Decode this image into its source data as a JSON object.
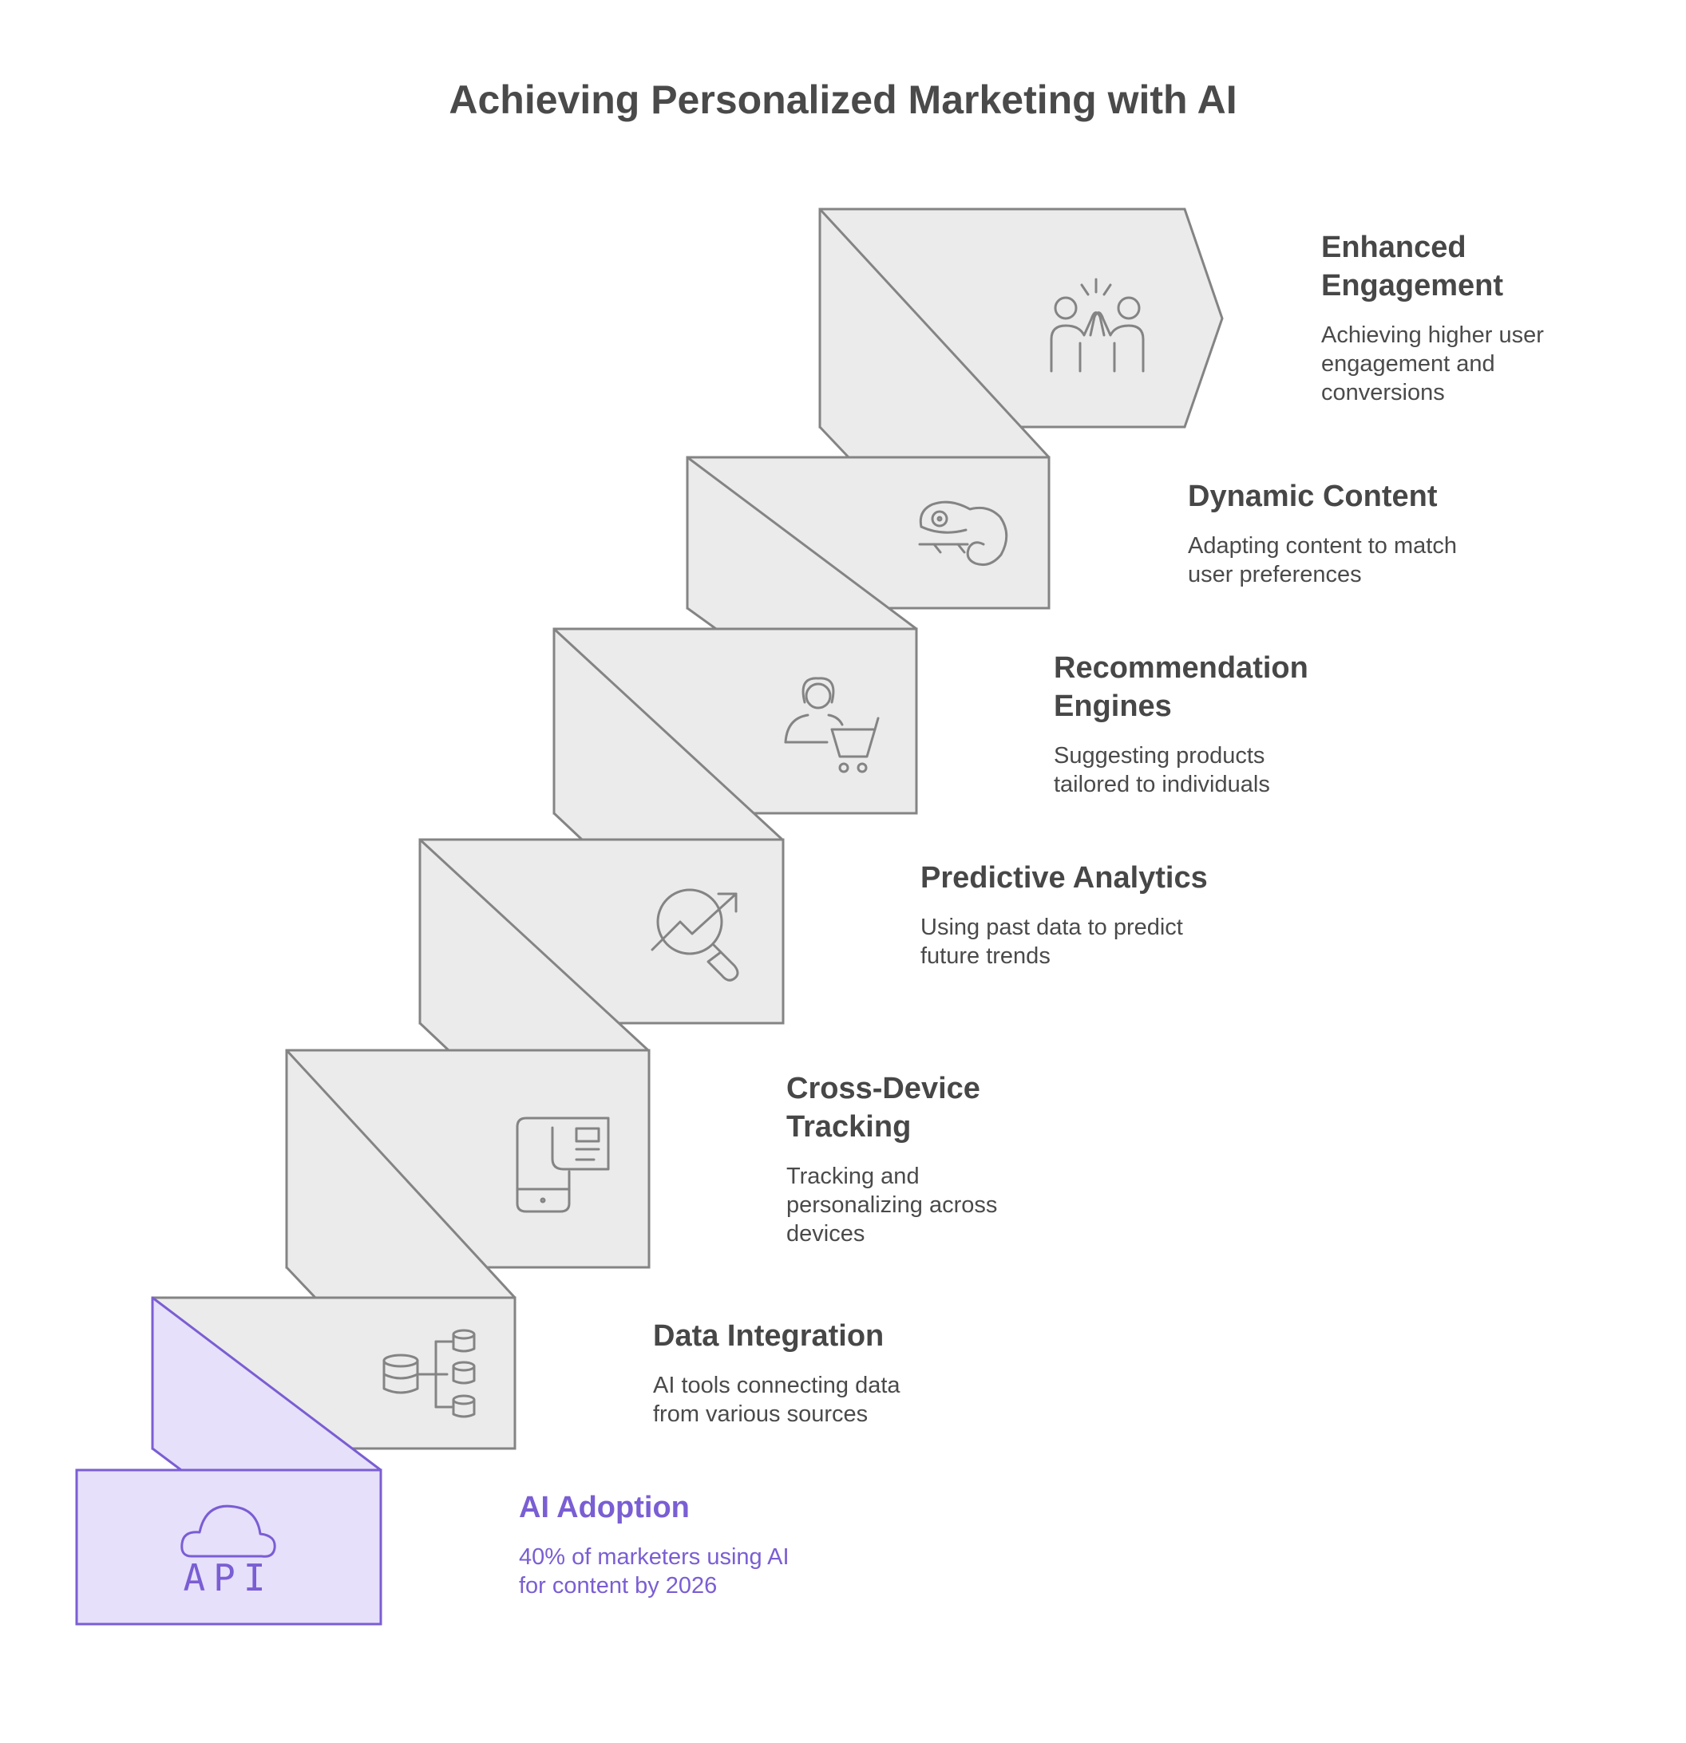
{
  "title": "Achieving Personalized Marketing with AI",
  "colors": {
    "gray_fill": "#ebebeb",
    "gray_stroke": "#848484",
    "accent_fill": "#e6e0fb",
    "accent_stroke": "#7a5ed3",
    "heading_text": "#474747",
    "accent_text": "#7a5ed3"
  },
  "steps": [
    {
      "heading": "AI Adoption",
      "description": "40% of marketers using AI for content by 2026",
      "icon": "cloud-api-icon",
      "icon_text": "API",
      "highlighted": true
    },
    {
      "heading": "Data Integration",
      "description": "AI tools connecting data from various sources",
      "icon": "database-network-icon"
    },
    {
      "heading": "Cross-Device Tracking",
      "description": "Tracking and personalizing across devices",
      "icon": "devices-icon"
    },
    {
      "heading": "Predictive Analytics",
      "description": "Using past data to predict future trends",
      "icon": "trend-magnifier-icon"
    },
    {
      "heading": "Recommendation Engines",
      "description": "Suggesting products tailored to individuals",
      "icon": "shopper-cart-icon"
    },
    {
      "heading": "Dynamic Content",
      "description": "Adapting content to match user preferences",
      "icon": "chameleon-icon"
    },
    {
      "heading": "Enhanced Engagement",
      "description": "Achieving higher user engagement and conversions",
      "icon": "high-five-icon"
    }
  ]
}
